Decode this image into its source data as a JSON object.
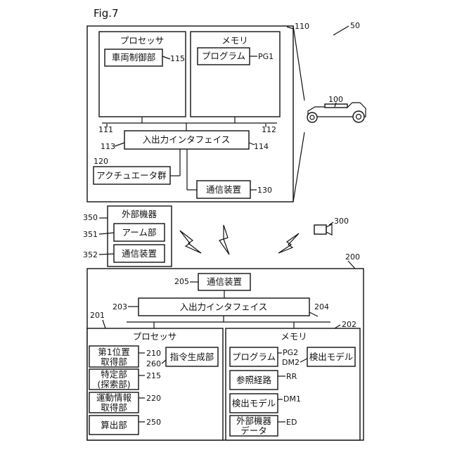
{
  "figure_label": "Fig.7",
  "vehicle_system": {
    "ref_system": "50",
    "ref_controller": "110",
    "processor": {
      "label": "プロセッサ",
      "ref": "111"
    },
    "vehicle_control_unit": {
      "label": "車両制御部",
      "ref": "115"
    },
    "memory": {
      "label": "メモリ",
      "ref": "112"
    },
    "program": {
      "label": "プログラム",
      "ref": "PG1"
    },
    "io_interface": {
      "label": "入出力インタフェイス",
      "ref_left": "113",
      "ref_right": "114"
    },
    "actuator_group": {
      "label": "アクチュエータ群",
      "ref": "120"
    },
    "communication_device": {
      "label": "通信装置",
      "ref": "130"
    },
    "vehicle": {
      "ref": "100"
    }
  },
  "external_device": {
    "ref": "350",
    "label": "外部機器",
    "arm_unit": {
      "label": "アーム部",
      "ref": "351"
    },
    "communication_device": {
      "label": "通信装置",
      "ref": "352"
    }
  },
  "camera": {
    "ref": "300"
  },
  "server": {
    "ref": "200",
    "communication_device": {
      "label": "通信装置",
      "ref": "205"
    },
    "io_interface": {
      "label": "入出力インタフェイス",
      "ref_left": "203",
      "ref_right": "204"
    },
    "processor": {
      "ref": "201",
      "label": "プロセッサ",
      "first_position_acquisition": {
        "line1": "第1位置",
        "line2": "取得部",
        "ref": "210"
      },
      "identification_unit": {
        "line1": "特定部",
        "line2": "(探索部)",
        "ref": "215"
      },
      "motion_info_acquisition": {
        "line1": "運動情報",
        "line2": "取得部",
        "ref": "220"
      },
      "calculation_unit": {
        "label": "算出部",
        "ref": "250"
      },
      "command_generation": {
        "label": "指令生成部",
        "ref": "260"
      }
    },
    "memory": {
      "ref": "202",
      "label": "メモリ",
      "program": {
        "label": "プログラム",
        "ref": "PG2"
      },
      "detection_model_a": {
        "label": "検出モデル",
        "ref": "DM2"
      },
      "reference_route": {
        "label": "参照経路",
        "ref": "RR"
      },
      "detection_model_b": {
        "label": "検出モデル",
        "ref": "DM1"
      },
      "external_device_data": {
        "line1": "外部機器",
        "line2": "データ",
        "ref": "ED"
      }
    }
  }
}
